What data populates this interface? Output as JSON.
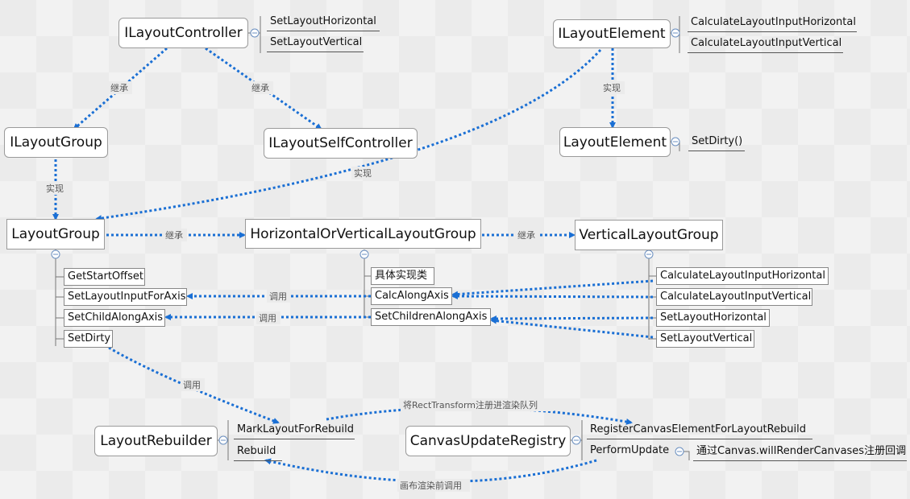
{
  "colors": {
    "arrow": "#1a6fd4",
    "line": "#777777",
    "node_border": "#9a9a9a"
  },
  "nodes": {
    "ilayoutcontroller": "ILayoutController",
    "ilayoutelement": "ILayoutElement",
    "ilayoutgroup": "ILayoutGroup",
    "ilayoutselfcontroller": "ILayoutSelfController",
    "layoutelement": "LayoutElement",
    "layoutgroup": "LayoutGroup",
    "horizontalorvertical": "HorizontalOrVerticalLayoutGroup",
    "verticallayoutgroup": "VerticalLayoutGroup",
    "layoutrebuilder": "LayoutRebuilder",
    "canvasupdateregistry": "CanvasUpdateRegistry"
  },
  "subs": {
    "ilayoutcontroller": [
      "SetLayoutHorizontal",
      "SetLayoutVertical"
    ],
    "ilayoutelement": [
      "CalculateLayoutInputHorizontal",
      "CalculateLayoutInputVertical"
    ],
    "layoutelement": [
      "SetDirty()"
    ],
    "layoutgroup": [
      "GetStartOffset",
      "SetLayoutInputForAxis",
      "SetChildAlongAxis",
      "SetDirty"
    ],
    "horizontalorvertical": [
      "具体实现类",
      "CalcAlongAxis",
      "SetChildrenAlongAxis"
    ],
    "verticallayoutgroup": [
      "CalculateLayoutInputHorizontal",
      "CalculateLayoutInputVertical",
      "SetLayoutHorizontal",
      "SetLayoutVertical"
    ],
    "layoutrebuilder": [
      "MarkLayoutForRebuild",
      "Rebuild"
    ],
    "canvasupdateregistry": [
      "RegisterCanvasElementForLayoutRebuild",
      "PerformUpdate"
    ],
    "performupdate": [
      "通过Canvas.willRenderCanvases注册回调"
    ]
  },
  "relations": {
    "inherit": "继承",
    "implement": "实现",
    "call": "调用",
    "register_queue": "将RectTransform注册进渲染队列",
    "before_render_call": "画布渲染前调用"
  }
}
